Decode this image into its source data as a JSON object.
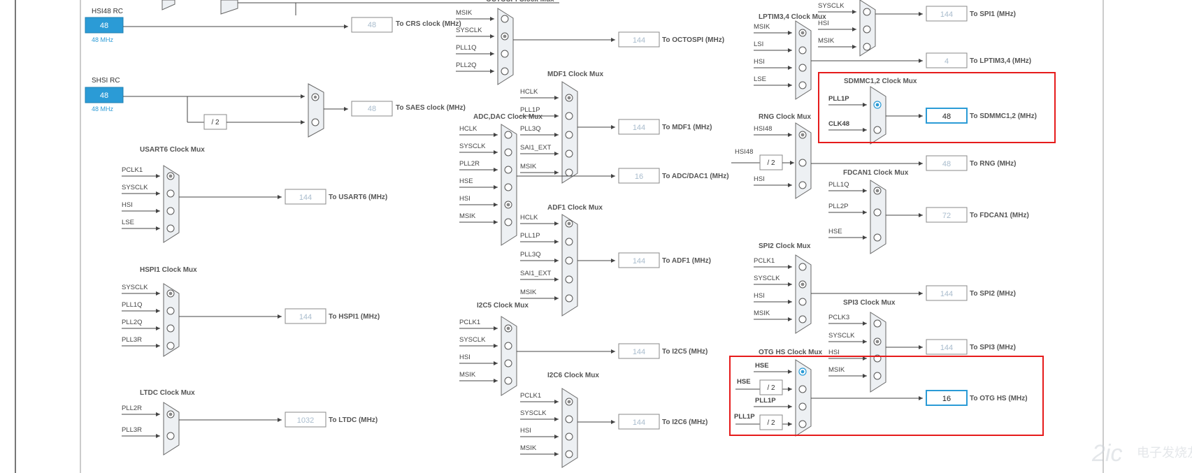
{
  "colors": {
    "accent": "#2b9bd6",
    "highlight": "#e61b1b",
    "mux_fill": "#edf0f3"
  },
  "sources": {
    "hsi48": {
      "title": "HSI48 RC",
      "value": "48",
      "freq": "48 MHz"
    },
    "shsi": {
      "title": "SHSI RC",
      "value": "48",
      "freq": "48 MHz"
    }
  },
  "outputs": {
    "crs": {
      "value": "48",
      "label": "To CRS clock (MHz)"
    },
    "saes": {
      "value": "48",
      "label": "To SAES clock (MHz)",
      "div": "/ 2"
    }
  },
  "muxes": {
    "usart6": {
      "title": "USART6 Clock Mux",
      "inputs": [
        "PCLK1",
        "SYSCLK",
        "HSI",
        "LSE"
      ],
      "value": "144",
      "label": "To USART6 (MHz)"
    },
    "hspi1": {
      "title": "HSPI1 Clock Mux",
      "inputs": [
        "SYSCLK",
        "PLL1Q",
        "PLL2Q",
        "PLL3R"
      ],
      "value": "144",
      "label": "To HSPI1 (MHz)"
    },
    "ltdc": {
      "title": "LTDC Clock Mux",
      "inputs": [
        "PLL2R",
        "PLL3R"
      ],
      "value": "1032",
      "label": "To LTDC (MHz)"
    },
    "octospi": {
      "title": "OCTOSPI Clock Mux",
      "inputs": [
        "MSIK",
        "SYSCLK",
        "PLL1Q",
        "PLL2Q"
      ],
      "value": "144",
      "label": "To OCTOSPI (MHz)"
    },
    "mdf1": {
      "title": "MDF1 Clock Mux",
      "inputs": [
        "HCLK",
        "PLL1P",
        "PLL3Q",
        "SAI1_EXT",
        "MSIK"
      ],
      "value": "144",
      "label": "To MDF1 (MHz)"
    },
    "adcdac": {
      "title": "ADC,DAC Clock Mux",
      "inputs": [
        "HCLK",
        "SYSCLK",
        "PLL2R",
        "HSE",
        "HSI",
        "MSIK"
      ],
      "value": "16",
      "label": "To ADC/DAC1 (MHz)"
    },
    "adf1": {
      "title": "ADF1 Clock Mux",
      "inputs": [
        "HCLK",
        "PLL1P",
        "PLL3Q",
        "SAI1_EXT",
        "MSIK"
      ],
      "value": "144",
      "label": "To ADF1 (MHz)"
    },
    "i2c5": {
      "title": "I2C5 Clock Mux",
      "inputs": [
        "PCLK1",
        "SYSCLK",
        "HSI",
        "MSIK"
      ],
      "value": "144",
      "label": "To I2C5 (MHz)"
    },
    "i2c6": {
      "title": "I2C6 Clock Mux",
      "inputs": [
        "PCLK1",
        "SYSCLK",
        "HSI",
        "MSIK"
      ],
      "value": "144",
      "label": "To I2C6 (MHz)"
    },
    "spi1": {
      "inputs": [
        "SYSCLK",
        "HSI",
        "MSIK"
      ],
      "value": "144",
      "label": "To SPI1 (MHz)"
    },
    "lptim34": {
      "title": "LPTIM3,4 Clock Mux",
      "inputs": [
        "MSIK",
        "LSI",
        "HSI",
        "LSE"
      ],
      "value": "4",
      "label": "To LPTIM3,4 (MHz)"
    },
    "sdmmc": {
      "title": "SDMMC1,2 Clock Mux",
      "inputs": [
        "PLL1P",
        "CLK48"
      ],
      "value": "48",
      "label": "To SDMMC1,2 (MHz)"
    },
    "rng": {
      "title": "RNG Clock Mux",
      "inputs": [
        "HSI48",
        "HSI"
      ],
      "pre_input": "HSI48",
      "div": "/ 2",
      "value": "48",
      "label": "To RNG (MHz)"
    },
    "fdcan1": {
      "title": "FDCAN1 Clock Mux",
      "inputs": [
        "PLL1Q",
        "PLL2P",
        "HSE"
      ],
      "value": "72",
      "label": "To FDCAN1 (MHz)"
    },
    "spi2": {
      "title": "SPI2 Clock Mux",
      "inputs": [
        "PCLK1",
        "SYSCLK",
        "HSI",
        "MSIK"
      ],
      "value": "144",
      "label": "To SPI2 (MHz)"
    },
    "spi3": {
      "title": "SPI3 Clock Mux",
      "inputs": [
        "PCLK3",
        "SYSCLK",
        "HSI",
        "MSIK"
      ],
      "value": "144",
      "label": "To SPI3 (MHz)"
    },
    "otghs": {
      "title": "OTG HS Clock Mux",
      "inputs": [
        "HSE",
        "HSE",
        "PLL1P",
        "PLL1P"
      ],
      "div": "/ 2",
      "value": "16",
      "label": "To OTG HS (MHz)"
    }
  },
  "watermark": {
    "text": "电子发烧友"
  }
}
